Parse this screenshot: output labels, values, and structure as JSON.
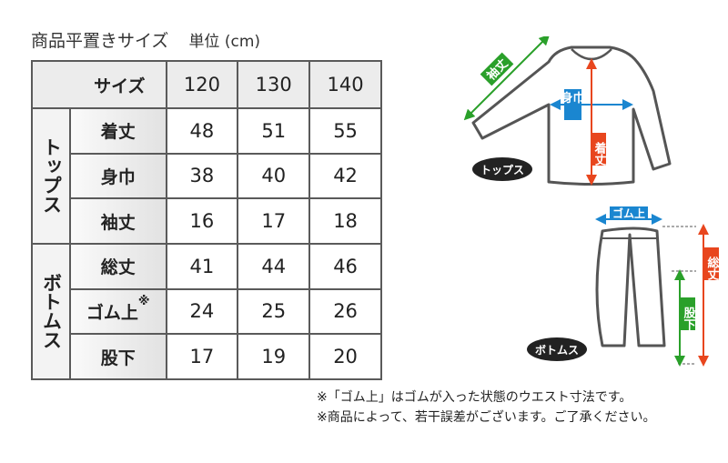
{
  "title": "商品平置きサイズ",
  "unit": "単位 (cm)",
  "table": {
    "header": [
      "サイズ",
      "120",
      "130",
      "140"
    ],
    "groups": [
      {
        "name": "トップス",
        "rows": [
          {
            "label": "着丈",
            "values": [
              "48",
              "51",
              "55"
            ]
          },
          {
            "label": "身巾",
            "values": [
              "38",
              "40",
              "42"
            ]
          },
          {
            "label": "袖丈",
            "values": [
              "16",
              "17",
              "18"
            ]
          }
        ]
      },
      {
        "name": "ボトムス",
        "rows": [
          {
            "label": "総丈",
            "values": [
              "41",
              "44",
              "46"
            ]
          },
          {
            "label": "ゴム上",
            "mark": "※",
            "values": [
              "24",
              "25",
              "26"
            ]
          },
          {
            "label": "股下",
            "values": [
              "17",
              "19",
              "20"
            ]
          }
        ]
      }
    ]
  },
  "notes": [
    "※「ゴム上」はゴムが入った状態のウエスト寸法です。",
    "※商品によって、若干誤差がございます。ご了承ください。"
  ],
  "diagram": {
    "tops_label": "トップス",
    "bottoms_label": "ボトムス",
    "sleeve": "袖丈",
    "width": "身巾",
    "length": "着丈",
    "waist": "ゴム上",
    "total": "総丈",
    "inseam": "股下",
    "colors": {
      "green": "#2aa02a",
      "blue": "#1a86d0",
      "red": "#e8461e"
    }
  }
}
